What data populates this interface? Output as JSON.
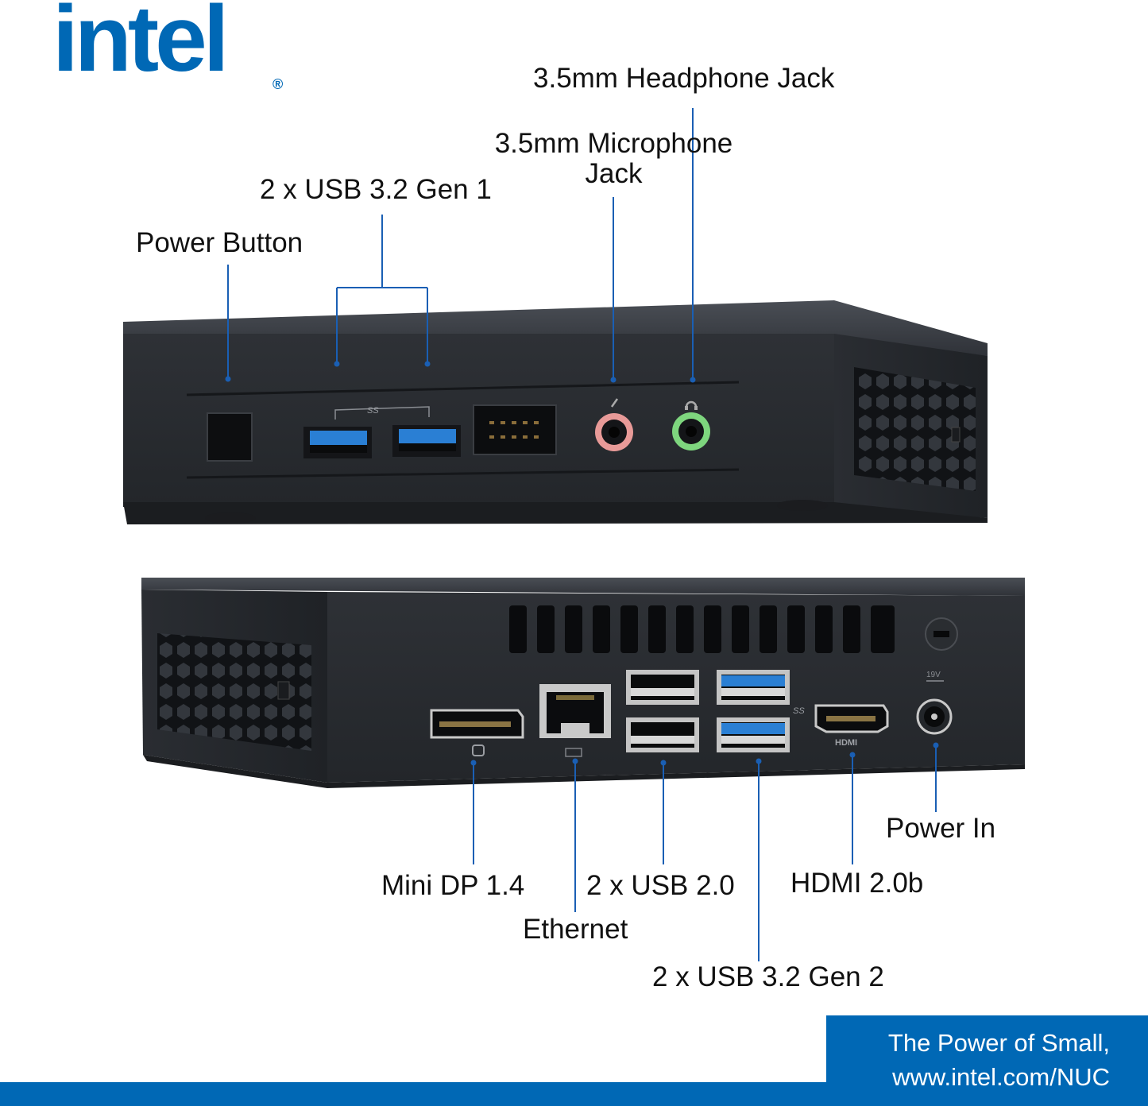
{
  "brand": {
    "logo_text": "intel",
    "registered_mark": "®",
    "brand_color": "#0068b5"
  },
  "front_labels": {
    "headphone": "3.5mm Headphone Jack",
    "microphone_line1": "3.5mm Microphone",
    "microphone_line2": "Jack",
    "usb_front": "2 x USB 3.2 Gen 1",
    "power_button": "Power Button"
  },
  "rear_labels": {
    "mini_dp": "Mini DP 1.4",
    "usb20": "2 x USB 2.0",
    "hdmi": "HDMI 2.0b",
    "power_in": "Power In",
    "ethernet": "Ethernet",
    "usb_rear": "2 x USB 3.2 Gen 2"
  },
  "port_markings": {
    "ss_front": "SS",
    "ss_rear": "SS",
    "hdmi_logo": "HDMI",
    "voltage": "19V"
  },
  "footer": {
    "line1": "The Power of Small,",
    "line2": "www.intel.com/NUC"
  },
  "colors": {
    "chassis": "#2b2e33",
    "chassis_top": "#3c4047",
    "usb3_blue": "#2a7fd4",
    "mic_pink": "#e89a98",
    "headphone_green": "#7ed67e",
    "leader_line": "#1a5fb4"
  }
}
